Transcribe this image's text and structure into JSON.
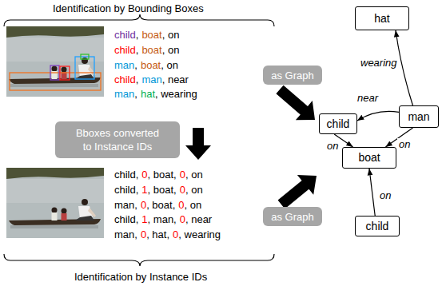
{
  "diagram": {
    "nodes": [
      {
        "text": [
          "hat"
        ]
      },
      {
        "text": [
          "as Graph"
        ]
      },
      {
        "text": [
          "child"
        ]
      },
      {
        "text": [
          "man"
        ]
      },
      {
        "text": [
          "Bboxes converted to Instance IDs"
        ]
      },
      {
        "text": [
          "boat"
        ]
      },
      {
        "text": [
          "as Graph"
        ]
      },
      {
        "text": [
          "child"
        ]
      }
    ],
    "edges": [
      {
        "from": 3,
        "to": 0,
        "arrow": "to",
        "label": "wearing"
      },
      {
        "from": 3,
        "to": 2,
        "arrow": "to",
        "label": "near"
      },
      {
        "from": 2,
        "to": 5,
        "arrow": "to",
        "label": "on"
      },
      {
        "from": 3,
        "to": 5,
        "arrow": "to",
        "label": "on"
      },
      {
        "from": 7,
        "to": 5,
        "arrow": "to",
        "label": "on"
      }
    ],
    "labels": [
      "Identification by Bounding Boxes",
      "child",
      ",",
      "boat",
      ", on",
      "child",
      ",",
      "boat",
      ", on",
      "man",
      ",",
      "boat",
      ", on",
      "child",
      ",",
      "man",
      ", near",
      "man",
      ",",
      "hat",
      ", wearing",
      "child,",
      "0",
      ", boat,",
      "0",
      ", on",
      "child,",
      "1",
      ", boat,",
      "0",
      ", on",
      "man,",
      "0",
      ", boat,",
      "0",
      ", on",
      "child,",
      "1",
      ", man,",
      "0",
      ", near",
      "man,",
      "0",
      ", hat,",
      "0",
      ", wearing",
      "Identification by Instance IDs"
    ]
  }
}
